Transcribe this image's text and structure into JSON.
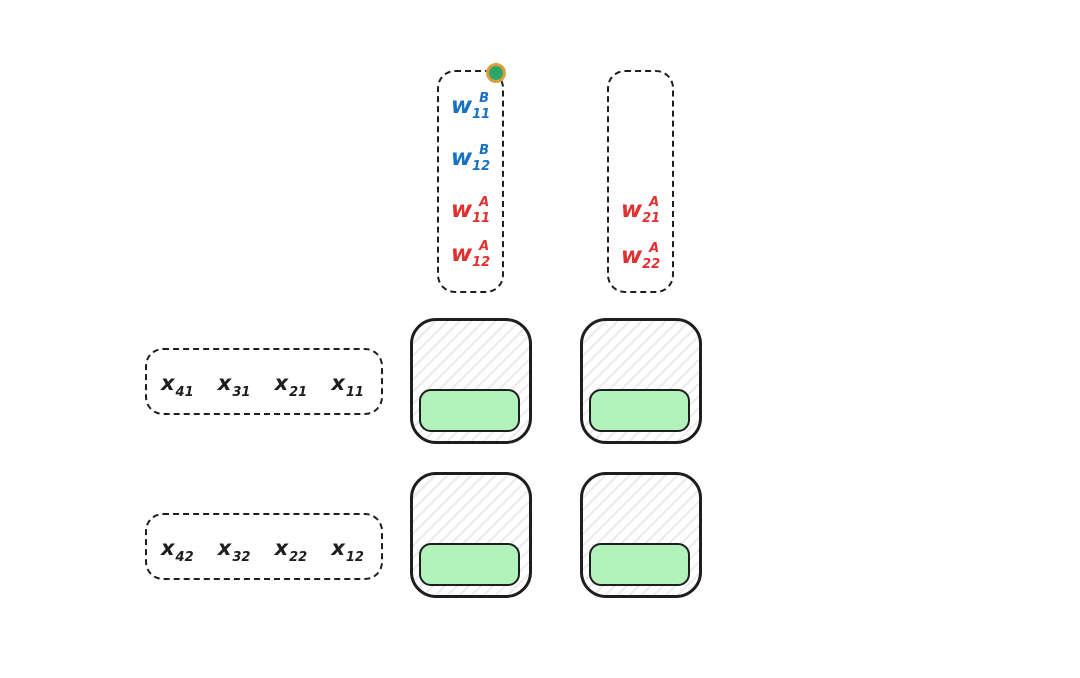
{
  "diagram": {
    "weight_columns": [
      {
        "labels": [
          {
            "base": "w",
            "sup": "B",
            "sub": "11",
            "color": "#1971c2"
          },
          {
            "base": "w",
            "sup": "B",
            "sub": "12",
            "color": "#1971c2"
          },
          {
            "base": "w",
            "sup": "A",
            "sub": "11",
            "color": "#e03131"
          },
          {
            "base": "w",
            "sup": "A",
            "sub": "12",
            "color": "#e03131"
          }
        ]
      },
      {
        "labels": [
          {
            "base": "w",
            "sup": "A",
            "sub": "21",
            "color": "#e03131"
          },
          {
            "base": "w",
            "sup": "A",
            "sub": "22",
            "color": "#e03131"
          }
        ]
      }
    ],
    "input_rows": [
      {
        "labels": [
          {
            "base": "x",
            "sub": "41"
          },
          {
            "base": "x",
            "sub": "31"
          },
          {
            "base": "x",
            "sub": "21"
          },
          {
            "base": "x",
            "sub": "11"
          }
        ]
      },
      {
        "labels": [
          {
            "base": "x",
            "sub": "42"
          },
          {
            "base": "x",
            "sub": "32"
          },
          {
            "base": "x",
            "sub": "22"
          },
          {
            "base": "x",
            "sub": "12"
          }
        ]
      }
    ],
    "pe_grid": {
      "rows": 2,
      "cols": 2
    },
    "colors": {
      "background": "#ffffff",
      "stroke": "#1e1e1e",
      "weight_blue": "#1971c2",
      "weight_red": "#e03131",
      "accumulator_green": "#b2f2bb",
      "hatch_gray": "#ebebeb",
      "cursor_dot_fill": "#2fa468",
      "cursor_dot_ring": "#dd9f3e"
    }
  }
}
